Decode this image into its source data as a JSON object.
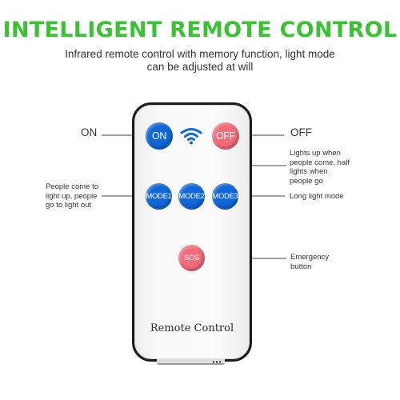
{
  "headline": "INTELLIGENT REMOTE CONTROL",
  "subtitle": "Infrared remote control with memory function, light mode can be adjusted at will",
  "remote": {
    "buttons": {
      "on": "ON",
      "off": "OFF",
      "mode1": "MODE1",
      "mode2": "MODE2",
      "mode3": "MODE3",
      "sos": "SOS"
    },
    "brand_text": "Remote Control",
    "signal_icon": "wifi-signal-icon"
  },
  "labels": {
    "on": "ON",
    "off": "OFF",
    "mode1": "People come to light up, people go to light out",
    "mode2": "Lights up when people come, half lights when people go",
    "mode3": "Long light mode",
    "sos": "Emergency button"
  },
  "colors": {
    "headline": "#39c332",
    "button_blue": "#1167d9",
    "button_red": "#f36d7b"
  }
}
